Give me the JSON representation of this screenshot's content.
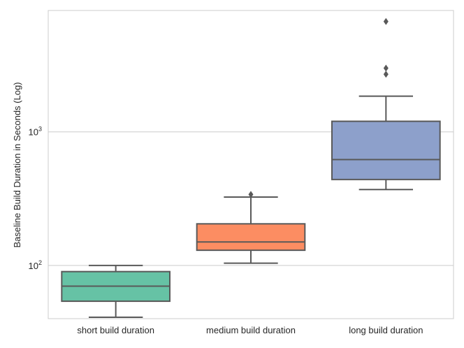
{
  "chart_data": {
    "type": "box",
    "title": "",
    "xlabel": "",
    "ylabel": "Baseline Build Duration in Seconds (Log)",
    "yscale": "log",
    "ylim": [
      40,
      8100
    ],
    "grid": "horizontal",
    "y_ticks": [
      {
        "value": 100,
        "base": "10",
        "exp": "2"
      },
      {
        "value": 1000,
        "base": "10",
        "exp": "3"
      }
    ],
    "categories": [
      "short build duration",
      "medium build duration",
      "long build duration"
    ],
    "boxes": [
      {
        "name": "short build duration",
        "color": "#66c2a5",
        "whisker_low": 41,
        "q1": 54,
        "median": 70,
        "q3": 90,
        "whisker_high": 100,
        "outliers": []
      },
      {
        "name": "medium build duration",
        "color": "#fc8d62",
        "whisker_low": 104,
        "q1": 130,
        "median": 150,
        "q3": 205,
        "whisker_high": 325,
        "outliers": [
          340
        ]
      },
      {
        "name": "long build duration",
        "color": "#8da0cb",
        "whisker_low": 370,
        "q1": 440,
        "median": 620,
        "q3": 1200,
        "whisker_high": 1850,
        "outliers": [
          2700,
          3000,
          6700
        ]
      }
    ]
  }
}
